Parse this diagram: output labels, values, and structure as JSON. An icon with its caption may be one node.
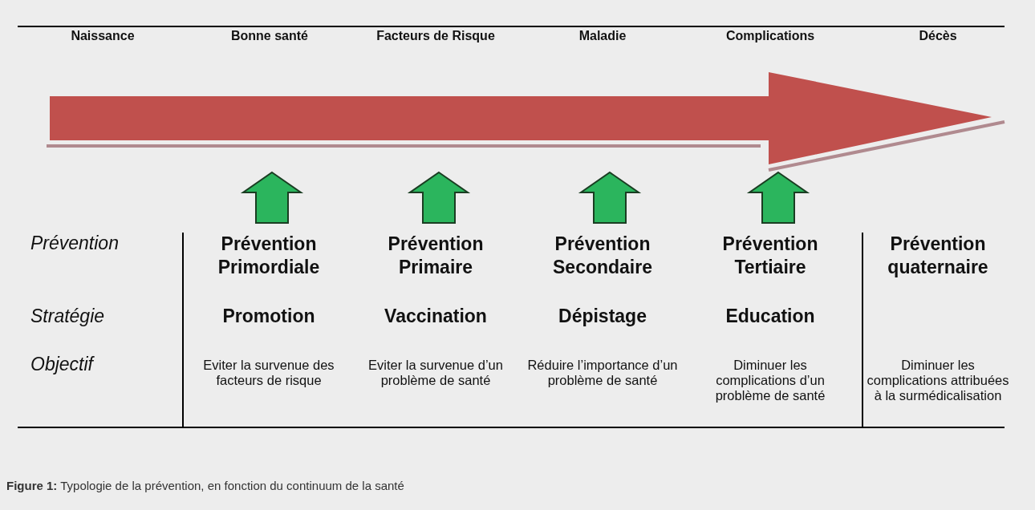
{
  "diagram": {
    "caption": "**Figure 1:** Typologie de la prévention, en fonction du continuum de la santé",
    "labels": [
      "Naissance",
      "Bonne santé",
      "Facteurs de Risque",
      "Maladie",
      "Complications",
      "Décès",
      "Prévention",
      "Prévention Primordiale",
      "Prévention Primaire",
      "Prévention Secondaire",
      "Prévention Tertiaire",
      "Prévention quaternaire",
      "Stratégie",
      "Promotion",
      "Vaccination",
      "Dépistage",
      "Education",
      "Objectif",
      "Eviter la survenue des facteurs de risque",
      "Eviter la survenue d’un problème de santé",
      "Réduire l’importance d’un problème de santé",
      "Diminuer les complications d’un problème de santé",
      "Diminuer les complications attribuées à la surmédicalisation"
    ]
  }
}
